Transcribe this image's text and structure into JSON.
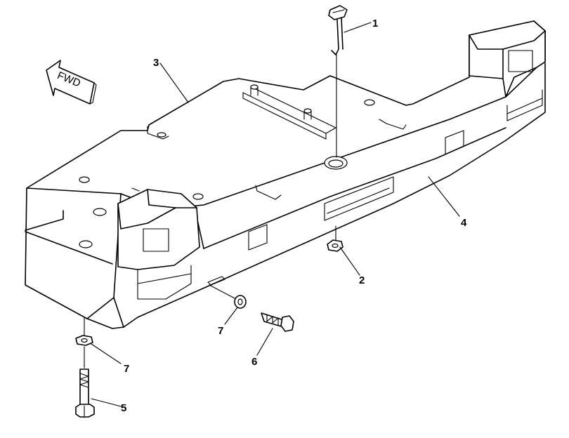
{
  "figure": {
    "direction_arrow_label": "FWD",
    "callouts": [
      {
        "id": "c1",
        "label": "1"
      },
      {
        "id": "c2",
        "label": "2"
      },
      {
        "id": "c3",
        "label": "3"
      },
      {
        "id": "c4",
        "label": "4"
      },
      {
        "id": "c5",
        "label": "5"
      },
      {
        "id": "c6",
        "label": "6"
      },
      {
        "id": "c7a",
        "label": "7"
      },
      {
        "id": "c7b",
        "label": "7"
      }
    ]
  }
}
